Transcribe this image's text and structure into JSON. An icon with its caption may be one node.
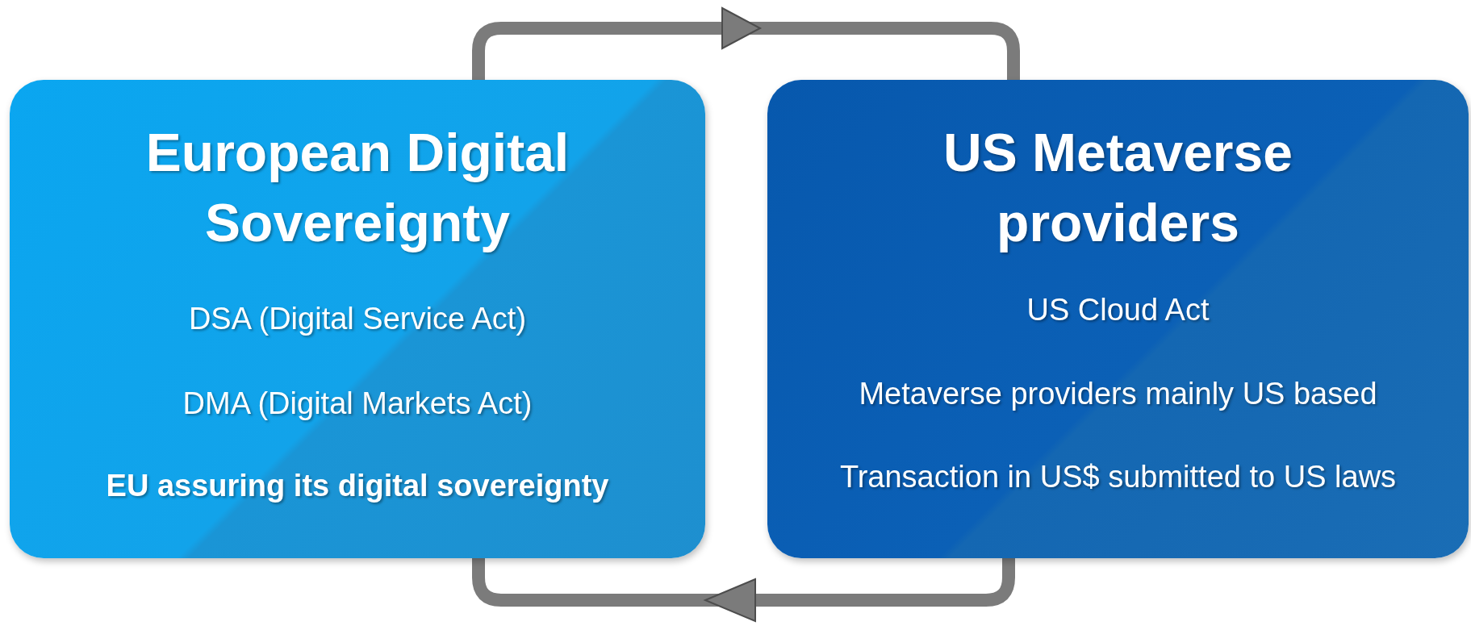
{
  "diagram": {
    "nodes": [
      {
        "text": [
          "European Digital Sovereignty",
          "DSA (Digital Service Act)",
          "DMA (Digital Markets Act)",
          "EU assuring its digital sovereignty"
        ]
      },
      {
        "text": [
          "US Metaverse providers",
          "US Cloud Act",
          "Metaverse providers mainly US based",
          "Transaction in US$ submitted to US laws"
        ]
      }
    ],
    "edges": [
      {
        "from": 0,
        "to": 1,
        "arrow": "to"
      },
      {
        "from": 1,
        "to": 0,
        "arrow": "to"
      }
    ]
  }
}
